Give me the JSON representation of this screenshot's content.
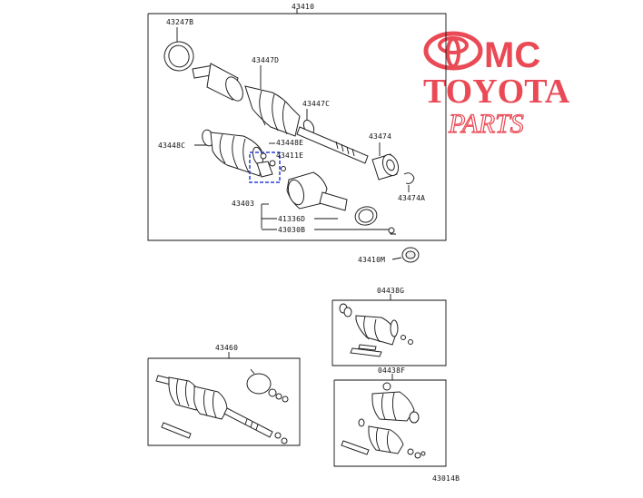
{
  "watermark": {
    "line1": "MC",
    "line2": "TOYOTA",
    "line3": "PARTS",
    "color": "#ea4a55"
  },
  "labels": {
    "assy_main": "43410",
    "p43247b": "43247B",
    "p43447d": "43447D",
    "p43447c": "43447C",
    "p43448c": "43448C",
    "p43448e": "43448E",
    "p43411e": "43411E",
    "p43474": "43474",
    "p43474a": "43474A",
    "p43403": "43403",
    "p41336d": "41336D",
    "p43030b": "43030B",
    "p43410m": "43410M",
    "kit_g": "04438G",
    "kit_f": "04438F",
    "assy_sub": "43460",
    "figure_id": "43014B"
  }
}
